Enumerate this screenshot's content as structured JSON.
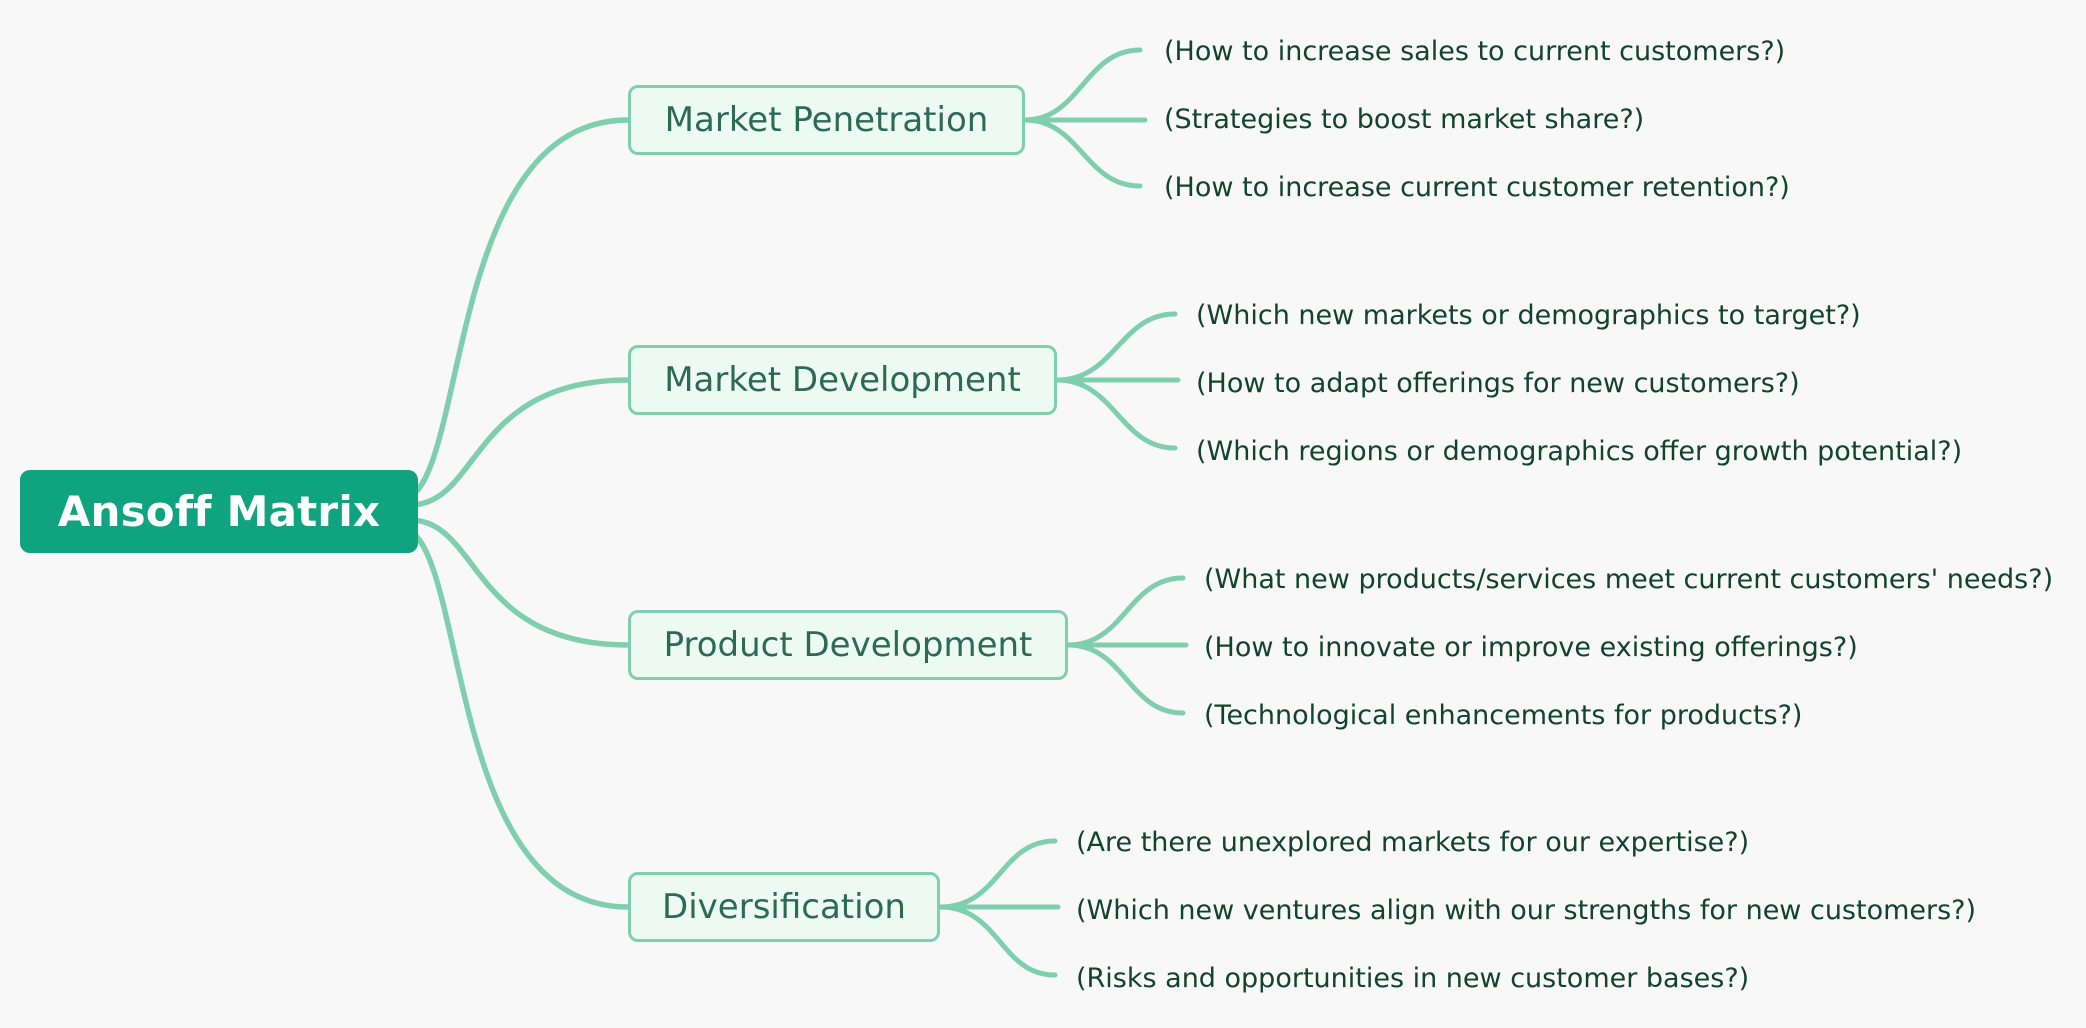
{
  "diagram": {
    "type": "mindmap",
    "orientation": "left-to-right",
    "background_color": "#f7f8f7",
    "root": {
      "label": "Ansoff Matrix",
      "fill_color": "#10a37f",
      "text_color": "#ffffff"
    },
    "branch_style": {
      "fill_color": "#edfaf3",
      "border_color": "#7fcfae",
      "text_color": "#2d6a52"
    },
    "link_color": "#7fcfae",
    "leaf_text_color": "#12432e",
    "branches": [
      {
        "label": "Market Penetration",
        "leaves": [
          "(How to increase sales to current customers?)",
          "(Strategies to boost market share?)",
          "(How to increase current customer retention?)"
        ]
      },
      {
        "label": "Market Development",
        "leaves": [
          "(Which new markets or demographics to target?)",
          "(How to adapt offerings for new customers?)",
          "(Which regions or demographics offer growth potential?)"
        ]
      },
      {
        "label": "Product Development",
        "leaves": [
          "(What new products/services meet current customers' needs?)",
          "(How to innovate or improve existing offerings?)",
          "(Technological enhancements for products?)"
        ]
      },
      {
        "label": "Diversification",
        "leaves": [
          "(Are there unexplored markets for our expertise?)",
          "(Which new ventures align with our strengths for new customers?)",
          "(Risks and opportunities in new customer bases?)"
        ]
      }
    ]
  }
}
